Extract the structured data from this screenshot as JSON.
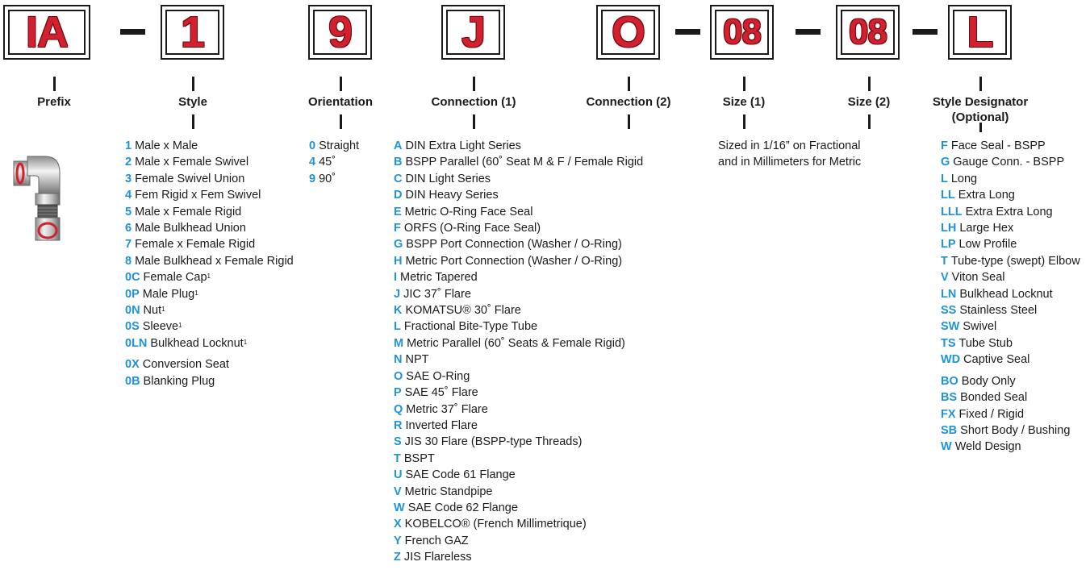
{
  "boxes": [
    {
      "key": "prefix",
      "value": "IA"
    },
    {
      "key": "style",
      "value": "1"
    },
    {
      "key": "orientation",
      "value": "9"
    },
    {
      "key": "conn1",
      "value": "J"
    },
    {
      "key": "conn2",
      "value": "O"
    },
    {
      "key": "size1",
      "value": "08"
    },
    {
      "key": "size2",
      "value": "08"
    },
    {
      "key": "designator",
      "value": "L"
    }
  ],
  "labels": {
    "prefix": "Prefix",
    "style": "Style",
    "orientation": "Orientation",
    "conn1": "Connection (1)",
    "conn2": "Connection (2)",
    "size1": "Size (1)",
    "size2": "Size (2)",
    "designator_line1": "Style Designator",
    "designator_line2": "(Optional)"
  },
  "style_options": [
    {
      "code": "1",
      "text": "Male x Male"
    },
    {
      "code": "2",
      "text": "Male x Female Swivel"
    },
    {
      "code": "3",
      "text": "Female Swivel Union"
    },
    {
      "code": "4",
      "text": "Fem Rigid x Fem Swivel"
    },
    {
      "code": "5",
      "text": "Male x Female Rigid"
    },
    {
      "code": "6",
      "text": "Male Bulkhead Union"
    },
    {
      "code": "7",
      "text": "Female x Female Rigid"
    },
    {
      "code": "8",
      "text": "Male Bulkhead x Female Rigid"
    },
    {
      "code": "0C",
      "text": "Female Cap",
      "sup": "1"
    },
    {
      "code": "0P",
      "text": "Male Plug",
      "sup": "1"
    },
    {
      "code": "0N",
      "text": "Nut",
      "sup": "1"
    },
    {
      "code": "0S",
      "text": "Sleeve",
      "sup": "1"
    },
    {
      "code": "0LN",
      "text": "Bulkhead Locknut",
      "sup": "1"
    },
    {
      "gap": true
    },
    {
      "code": "0X",
      "text": "Conversion Seat"
    },
    {
      "code": "0B",
      "text": "Blanking Plug"
    }
  ],
  "orientation_options": [
    {
      "code": "0",
      "text": "Straight"
    },
    {
      "code": "4",
      "text": "45˚"
    },
    {
      "code": "9",
      "text": "90˚"
    }
  ],
  "connection_options": [
    {
      "code": "A",
      "text": "DIN Extra Light Series"
    },
    {
      "code": "B",
      "text": "BSPP Parallel (60˚ Seat M & F / Female Rigid"
    },
    {
      "code": "C",
      "text": "DIN Light Series"
    },
    {
      "code": "D",
      "text": "DIN Heavy Series"
    },
    {
      "code": "E",
      "text": "Metric O-Ring Face Seal"
    },
    {
      "code": "F",
      "text": "ORFS (O-Ring Face Seal)"
    },
    {
      "code": "G",
      "text": "BSPP Port Connection (Washer / O-Ring)"
    },
    {
      "code": "H",
      "text": "Metric Port Connection (Washer / O-Ring)"
    },
    {
      "code": "I",
      "text": "Metric Tapered"
    },
    {
      "code": "J",
      "text": "JIC 37˚ Flare"
    },
    {
      "code": "K",
      "text": "KOMATSU® 30˚ Flare"
    },
    {
      "code": "L",
      "text": "Fractional Bite-Type Tube"
    },
    {
      "code": "M",
      "text": "Metric Parallel (60˚ Seats & Female Rigid)"
    },
    {
      "code": "N",
      "text": "NPT"
    },
    {
      "code": "O",
      "text": "SAE O-Ring"
    },
    {
      "code": "P",
      "text": "SAE 45˚ Flare"
    },
    {
      "code": "Q",
      "text": "Metric 37˚ Flare"
    },
    {
      "code": "R",
      "text": "Inverted Flare"
    },
    {
      "code": "S",
      "text": "JIS 30 Flare (BSPP-type Threads)"
    },
    {
      "code": "T",
      "text": "BSPT"
    },
    {
      "code": "U",
      "text": "SAE Code 61 Flange"
    },
    {
      "code": "V",
      "text": "Metric Standpipe"
    },
    {
      "code": "W",
      "text": "SAE Code 62 Flange"
    },
    {
      "code": "X",
      "text": "KOBELCO® (French Millimetrique)"
    },
    {
      "code": "Y",
      "text": "French GAZ"
    },
    {
      "code": "Z",
      "text": "JIS Flareless"
    }
  ],
  "size_note": [
    "Sized in 1/16” on Fractional",
    "and in Millimeters for Metric"
  ],
  "designator_options": [
    {
      "code": "F",
      "text": "Face Seal - BSPP"
    },
    {
      "code": "G",
      "text": "Gauge Conn. - BSPP"
    },
    {
      "code": "L",
      "text": "Long"
    },
    {
      "code": "LL",
      "text": "Extra Long"
    },
    {
      "code": "LLL",
      "text": "Extra Extra Long"
    },
    {
      "code": "LH",
      "text": "Large Hex"
    },
    {
      "code": "LP",
      "text": "Low Profile"
    },
    {
      "code": "T",
      "text": "Tube-type (swept) Elbow"
    },
    {
      "code": "V",
      "text": "Viton Seal"
    },
    {
      "code": "LN",
      "text": "Bulkhead Locknut"
    },
    {
      "code": "SS",
      "text": "Stainless Steel"
    },
    {
      "code": "SW",
      "text": "Swivel"
    },
    {
      "code": "TS",
      "text": "Tube Stub"
    },
    {
      "code": "WD",
      "text": "Captive Seal"
    },
    {
      "gap": true
    },
    {
      "code": "BO",
      "text": "Body Only"
    },
    {
      "code": "BS",
      "text": "Bonded Seal"
    },
    {
      "code": "FX",
      "text": "Fixed / Rigid"
    },
    {
      "code": "SB",
      "text": "Short Body / Bushing"
    },
    {
      "code": "W",
      "text": "Weld Design"
    }
  ],
  "colors": {
    "code_blue": "#1e93d6",
    "box_red": "#d2202f"
  }
}
